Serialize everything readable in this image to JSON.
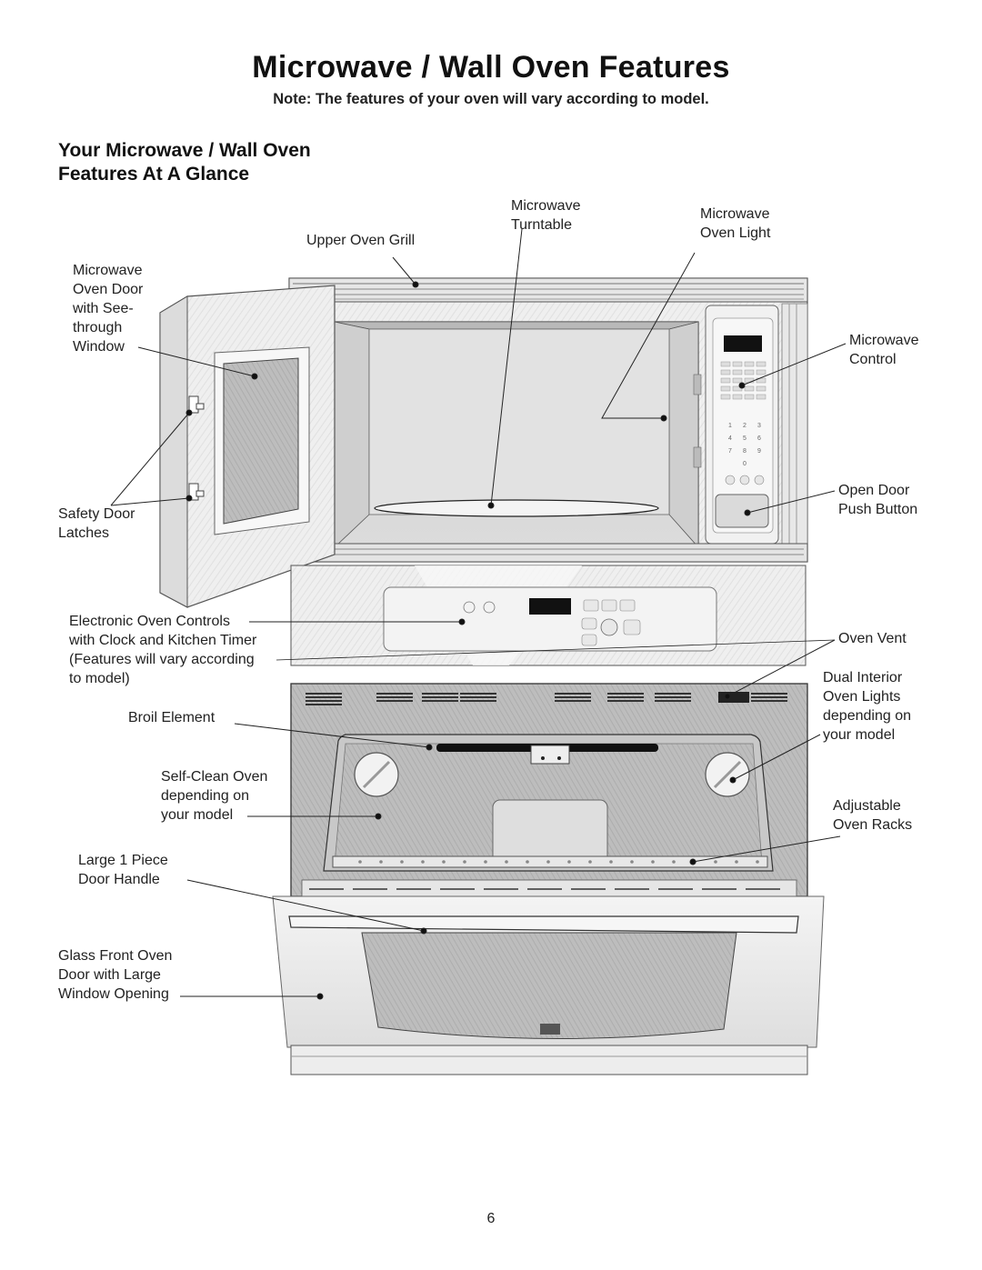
{
  "header": {
    "title": "Microwave / Wall Oven Features",
    "note": "Note: The features of your oven will vary according to model."
  },
  "section": {
    "title_line1": "Your Microwave / Wall Oven",
    "title_line2": "Features At A Glance"
  },
  "labels": {
    "upper_oven_grill": "Upper Oven Grill",
    "microwave_turntable": "Microwave\nTurntable",
    "microwave_oven_light": "Microwave\nOven Light",
    "microwave_oven_door": "Microwave\nOven Door\nwith See-\nthrough\nWindow",
    "microwave_control": "Microwave\nControl",
    "safety_door_latches": "Safety Door\nLatches",
    "open_door_push_button": "Open Door\nPush Button",
    "electronic_oven_controls": "Electronic Oven Controls\nwith Clock and Kitchen Timer\n(Features will vary according\nto model)",
    "oven_vent": "Oven Vent",
    "dual_interior_oven_lights": "Dual Interior\nOven Lights\ndepending on\nyour model",
    "broil_element": "Broil Element",
    "self_clean_oven": "Self-Clean Oven\ndepending on\nyour model",
    "adjustable_oven_racks": "Adjustable\nOven Racks",
    "door_handle": "Large 1 Piece\nDoor Handle",
    "glass_front_door": "Glass Front Oven\nDoor with Large\nWindow Opening"
  },
  "keypad_digits": [
    "1",
    "2",
    "3",
    "4",
    "5",
    "6",
    "7",
    "8",
    "9",
    "0"
  ],
  "page_number": "6",
  "colors": {
    "line": "#222222",
    "panel_light": "#ececec",
    "panel_mid": "#d4d4d4",
    "panel_dark": "#9a9a9a",
    "display": "#111111"
  }
}
